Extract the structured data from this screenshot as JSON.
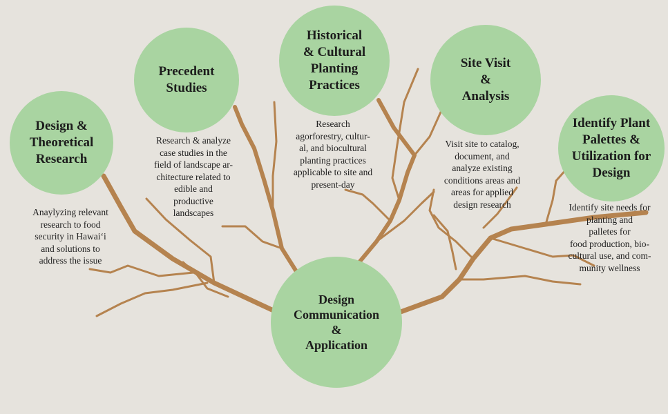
{
  "nodes": {
    "design_theoretical": {
      "label": "Design &\nTheoretical\nResearch"
    },
    "precedent": {
      "label": "Precedent\nStudies"
    },
    "historical": {
      "label": "Historical\n& Cultural\nPlanting\nPractices"
    },
    "site_visit": {
      "label": "Site Visit\n&\nAnalysis"
    },
    "plant_palettes": {
      "label": "Identify Plant\nPalettes &\nUtilization for\nDesign"
    },
    "communication": {
      "label": "Design\nCommunication\n&\nApplication"
    }
  },
  "descriptions": {
    "design_theoretical": "Anaylyzing relevant\nresearch to food\nsecurity in Hawai‘i\nand solutions to\naddress the issue",
    "precedent": "Research & analyze\ncase studies in the\nfield of landscape ar-\nchitecture related to\nedible and\nproductive\nlandscapes",
    "historical": "Research\nagorforestry, cultur-\nal, and biocultural\nplanting practices\napplicable to site and\npresent-day",
    "site_visit": "Visit site to catalog,\ndocument, and\nanalyze existing\nconditions areas and\nareas for applied\ndesign research",
    "plant_palettes": "Identify site needs for\nplanting and\npalletes for\nfood production, bio-\ncultural use, and com-\nmunity wellness"
  },
  "colors": {
    "background": "#e6e3dd",
    "circle": "#a9d4a1",
    "branch": "#b5834f",
    "text": "#1c1c1c"
  }
}
